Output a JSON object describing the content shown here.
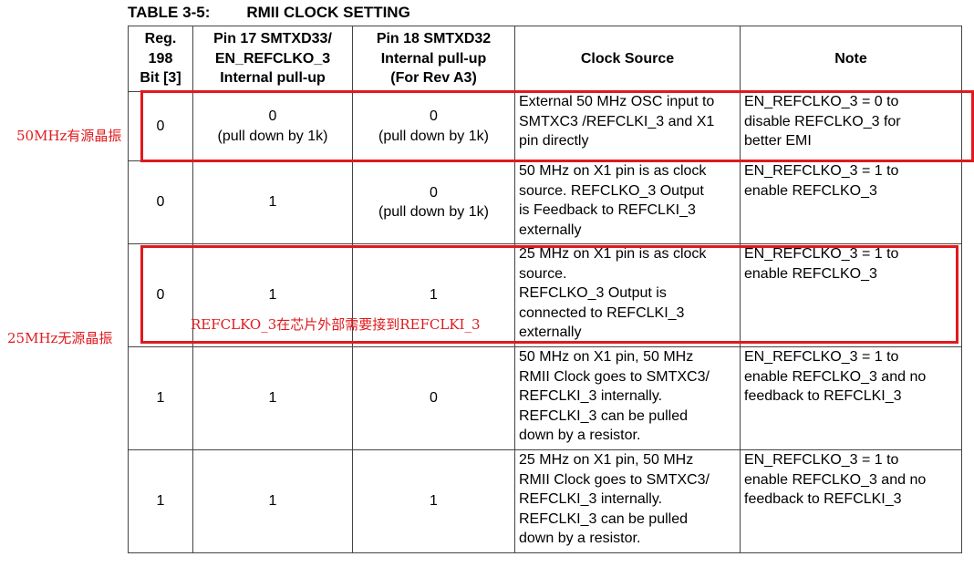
{
  "caption": {
    "number": "TABLE 3-5:",
    "title": "RMII CLOCK SETTING"
  },
  "table": {
    "headers": [
      {
        "lines": [
          "Reg.",
          "198",
          "Bit [3]"
        ]
      },
      {
        "lines": [
          "Pin 17 SMTXD33/",
          "EN_REFCLKO_3",
          "Internal pull-up"
        ]
      },
      {
        "lines": [
          "Pin 18 SMTXD32",
          "Internal pull-up",
          "(For Rev A3)"
        ]
      },
      {
        "lines": [
          "Clock Source"
        ]
      },
      {
        "lines": [
          "Note"
        ]
      }
    ],
    "rows": [
      {
        "reg": "0",
        "pin17": [
          "0",
          "(pull down by 1k)"
        ],
        "pin18": [
          "0",
          "(pull down by 1k)"
        ],
        "source": [
          "External 50 MHz OSC input to",
          "SMTXC3 /REFCLKI_3 and X1",
          "pin directly"
        ],
        "note": [
          "EN_REFCLKO_3 = 0 to",
          "disable REFCLKO_3 for",
          "better EMI"
        ]
      },
      {
        "reg": "0",
        "pin17": [
          "1"
        ],
        "pin18": [
          "0",
          "(pull down by 1k)"
        ],
        "source": [
          "50 MHz on X1 pin is as clock",
          "source. REFCLKO_3 Output",
          "is Feedback to REFCLKI_3",
          "externally"
        ],
        "note": [
          "EN_REFCLKO_3 = 1 to",
          "enable REFCLKO_3"
        ]
      },
      {
        "reg": "0",
        "pin17": [
          "1"
        ],
        "pin18": [
          "1"
        ],
        "source": [
          "25 MHz on X1 pin is as clock",
          "source.",
          "REFCLKO_3 Output is",
          "connected to REFCLKI_3",
          "externally"
        ],
        "note": [
          "EN_REFCLKO_3 = 1 to",
          "enable REFCLKO_3"
        ]
      },
      {
        "reg": "1",
        "pin17": [
          "1"
        ],
        "pin18": [
          "0"
        ],
        "source": [
          "50 MHz on X1 pin, 50 MHz",
          "RMII Clock goes to SMTXC3/",
          "REFCLKI_3 internally.",
          "REFCLKI_3 can be pulled",
          "down by a resistor."
        ],
        "note": [
          "EN_REFCLKO_3 = 1 to",
          "enable REFCLKO_3 and no",
          "feedback to REFCLKI_3"
        ]
      },
      {
        "reg": "1",
        "pin17": [
          "1"
        ],
        "pin18": [
          "1"
        ],
        "source": [
          "25 MHz on X1 pin, 50 MHz",
          "RMII Clock goes to SMTXC3/",
          "REFCLKI_3 internally.",
          "REFCLKI_3 can be pulled",
          "down by a resistor."
        ],
        "note": [
          "EN_REFCLKO_3 = 1 to",
          "enable REFCLKO_3 and no",
          "feedback to REFCLKI_3"
        ]
      }
    ]
  },
  "annotations": {
    "label_50mhz": "50MHz有源晶振",
    "label_25mhz": "25MHz无源晶振",
    "label_refclk": "REFCLKO_3在芯片外部需要接到REFCLKI_3",
    "color": "#e0191d"
  }
}
